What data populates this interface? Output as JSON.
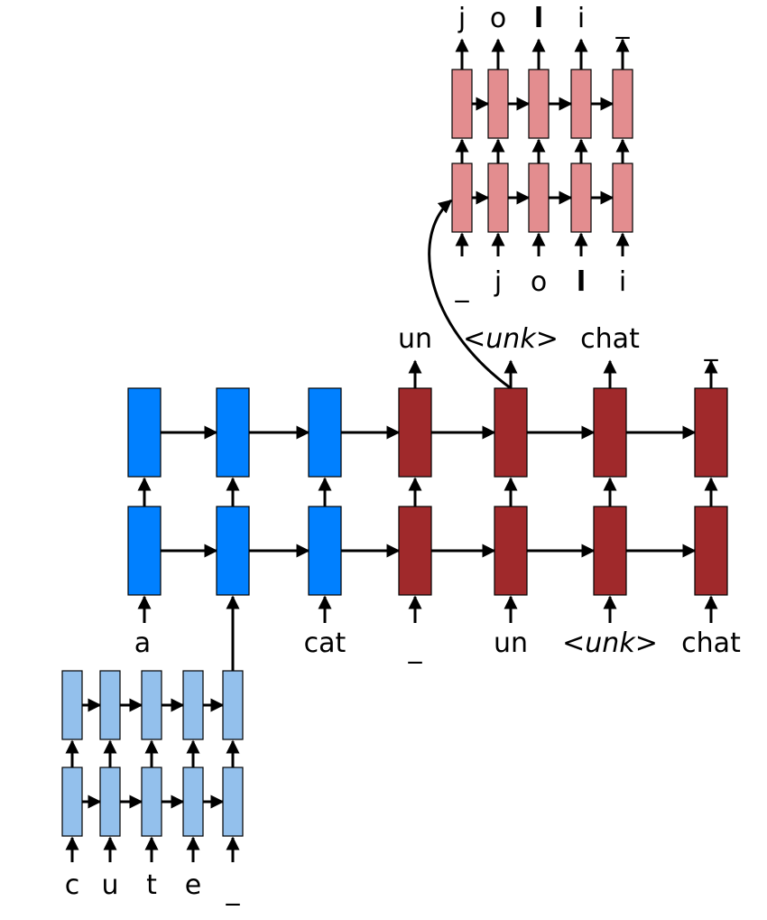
{
  "colors": {
    "encoder_word": "#0080ff",
    "decoder_word": "#a0292b",
    "encoder_char": "#93c0ec",
    "decoder_char": "#e38d8f",
    "arrow": "#000000"
  },
  "word_encoder": {
    "inputs": [
      "a",
      "",
      "cat"
    ]
  },
  "word_decoder": {
    "inputs": [
      "_",
      "un",
      "<unk>",
      "chat"
    ],
    "outputs": [
      "un",
      "<unk>",
      "chat",
      "_"
    ],
    "unk_token": "<unk>",
    "unk_inner": "unk"
  },
  "char_encoder": {
    "inputs": [
      "c",
      "u",
      "t",
      "e",
      "_"
    ]
  },
  "char_decoder": {
    "inputs": [
      "_",
      "j",
      "o",
      "l",
      "i"
    ],
    "outputs": [
      "j",
      "o",
      "l",
      "i",
      "_"
    ]
  }
}
